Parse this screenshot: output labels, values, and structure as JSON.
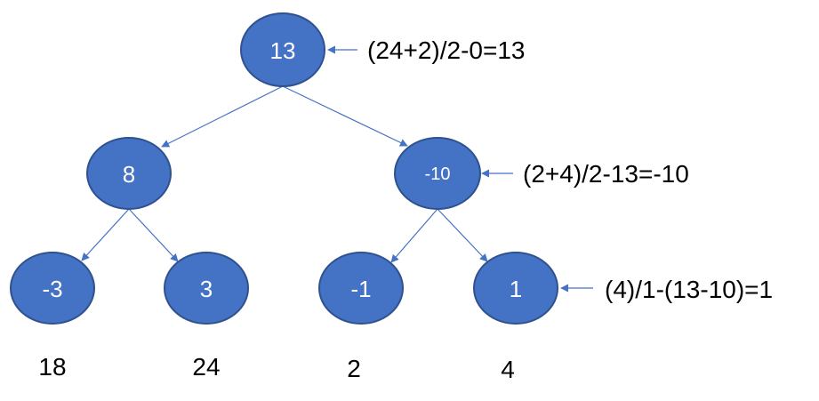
{
  "tree": {
    "nodes": {
      "root": "13",
      "left": "8",
      "right": "-10",
      "left_left": "-3",
      "left_right": "3",
      "right_left": "-1",
      "right_right": "1"
    },
    "leaf_values": {
      "left_left": "18",
      "left_right": "24",
      "right_left": "2",
      "right_right": "4"
    },
    "annotations": {
      "root": "(24+2)/2-0=13",
      "right": "(2+4)/2-13=-10",
      "right_right": "(4)/1-(13-10)=1"
    }
  },
  "colors": {
    "node_fill": "#4472c4",
    "node_stroke": "#2f528f",
    "edge": "#4472c4",
    "node_text": "#ffffff",
    "annotation_text": "#000000"
  }
}
